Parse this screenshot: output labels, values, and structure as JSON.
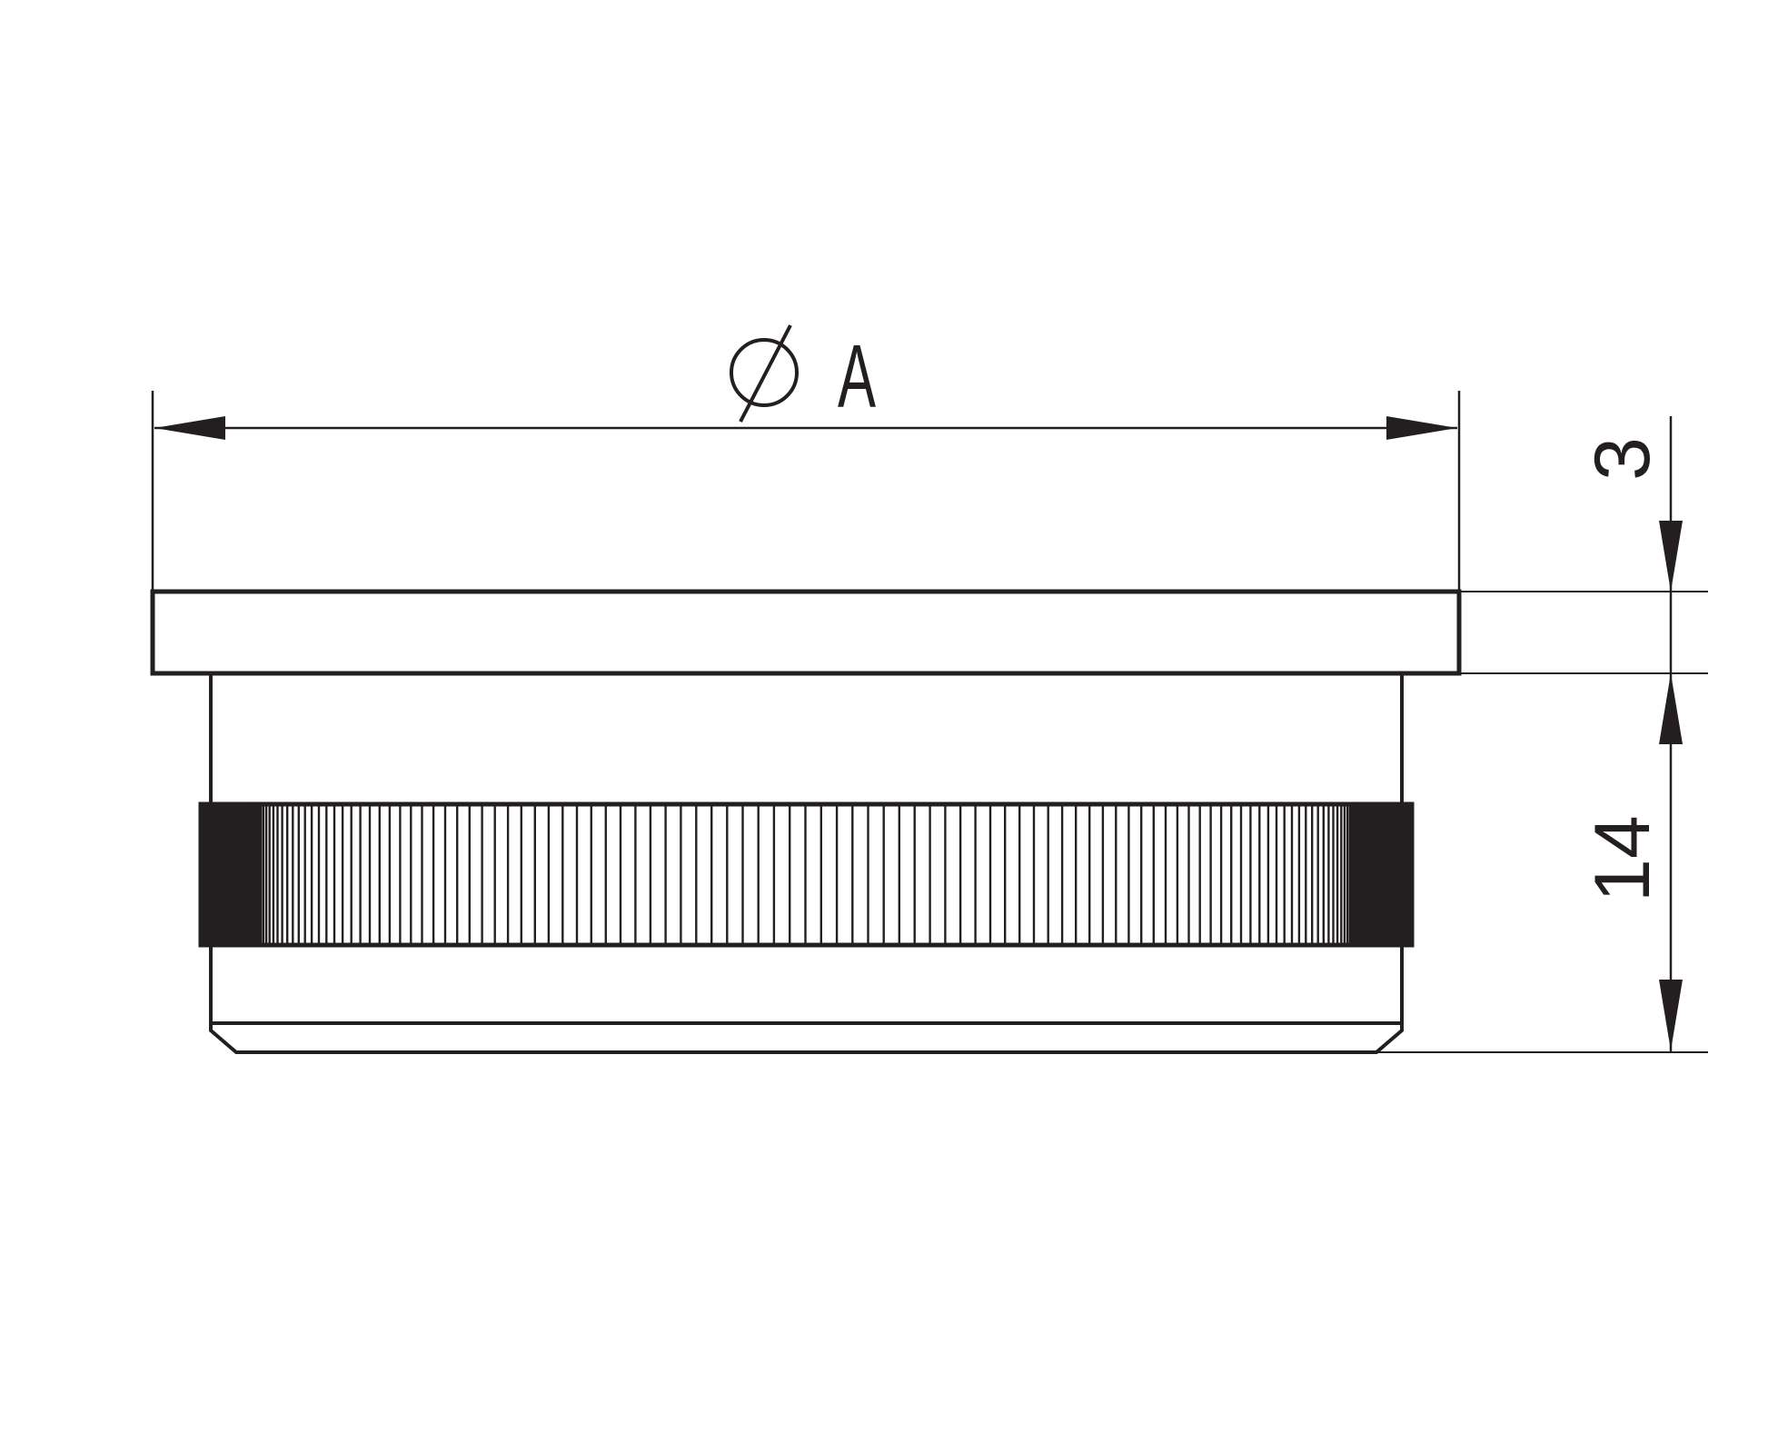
{
  "drawing": {
    "stroke_color": "#231f20",
    "background": "#ffffff",
    "dimensions": {
      "diameter_label": "A",
      "diameter_symbol": "diameter-symbol",
      "flange_thickness": "3",
      "body_height": "14"
    }
  }
}
